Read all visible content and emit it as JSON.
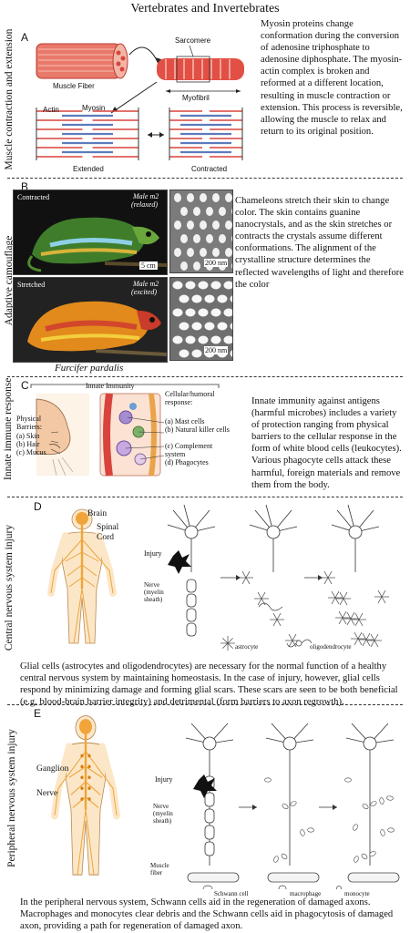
{
  "page_title": "Vertebrates and Invertebrates",
  "sections": {
    "muscle": {
      "side_label": "Muscle contraction and extension",
      "letter": "A",
      "text": "Myosin proteins change conformation during the conversion of adenosine triphosphate to adenosine diphosphate.  The myosin-actin complex is broken and reformed at a different location, resulting in muscle contraction or extension. This process is reversible, allowing the muscle to relax and return to its original position.",
      "labels": {
        "muscle_fiber": "Muscle Fiber",
        "sarcomere": "Sarcomere",
        "myofibril": "Myofibril",
        "actin": "Actin",
        "myosin": "Myosin",
        "extended": "Extended",
        "contracted": "Contracted"
      }
    },
    "camouflage": {
      "side_label": "Adaptive camouflage",
      "letter": "B",
      "text": "Chameleons stretch their skin to change color.  The skin contains guanine nanocrystals, and as the skin stretches or contracts the crystals assume different conformations.  The alignment of the crystalline structure determines the reflected wavelengths of light and therefore the color",
      "labels": {
        "contracted": "Contracted",
        "stretched": "Stretched",
        "male_relaxed_1": "Male m2",
        "male_relaxed_2": "(relaxed)",
        "male_excited_1": "Male m2",
        "male_excited_2": "(excited)",
        "scale_cm": "5 cm",
        "scale_nm_1": "200 nm",
        "scale_nm_2": "200 nm",
        "species": "Furcifer pardalis"
      }
    },
    "immune": {
      "side_label": "Innate immune response",
      "letter": "C",
      "text": "Innate immunity against antigens (harmful microbes) includes a variety of protection ranging from physical barriers to the cellular response in the form of white blood cells (leukocytes). Various phagocyte cells attack these harmful, foreign materials and remove them from the body.",
      "labels": {
        "innate": "Innate Immunity",
        "barriers_title": "Physical Barriers:",
        "barriers": [
          "(a) Skin",
          "(b) Hair",
          "(c) Mucus"
        ],
        "cellular_title": "Cellular/humoral response:",
        "cellular": [
          "(a) Mast cells",
          "(b) Natural killer cells",
          "(c) Complement system",
          "(d) Phagocytes"
        ]
      }
    },
    "cns": {
      "side_label": "Central nervous system injury",
      "letter": "D",
      "text": "Glial cells (astrocytes and oligodendrocytes) are necessary for the normal function of a healthy central nervous system by maintaining homeostasis.  In the case of injury, however, glial cells respond by minimizing damage and forming glial scars. These scars are seen to be both beneficial (e.g. blood-brain barrier integrity) and detrimental (form barriers to axon regrowth).",
      "labels": {
        "brain": "Brain",
        "spinal_cord": "Spinal Cord",
        "injury": "Injury",
        "nerve": "Nerve (myelin sheath)",
        "astrocyte": "astrocyte",
        "oligodendrocyte": "oligodendrocyte"
      }
    },
    "pns": {
      "side_label": "Peripheral nervous system injury",
      "letter": "E",
      "text": "In the peripheral nervous system, Schwann cells aid in the regeneration of damaged axons. Macrophages and monocytes clear debris and the Schwann cells aid in phagocytosis of damaged axon, providing a path for regeneration of damaged axon.",
      "labels": {
        "ganglion": "Ganglion",
        "nerve": "Nerve",
        "injury": "Injury",
        "nerve_myelin": "Nerve (myelin sheath)",
        "muscle_fiber": "Muscle fiber",
        "schwann": "Schwann cell",
        "macrophage": "macrophage",
        "monocyte": "monocyte"
      }
    }
  },
  "colors": {
    "muscle_red": "#d8433b",
    "muscle_pink": "#f3b3a2",
    "myosin_blue": "#5c7bbd",
    "nerve_orange": "#f0a43a",
    "body_fill": "#fbe7c8",
    "lizard_green": "#4f8a2c",
    "lizard_orange": "#e28a1c"
  }
}
